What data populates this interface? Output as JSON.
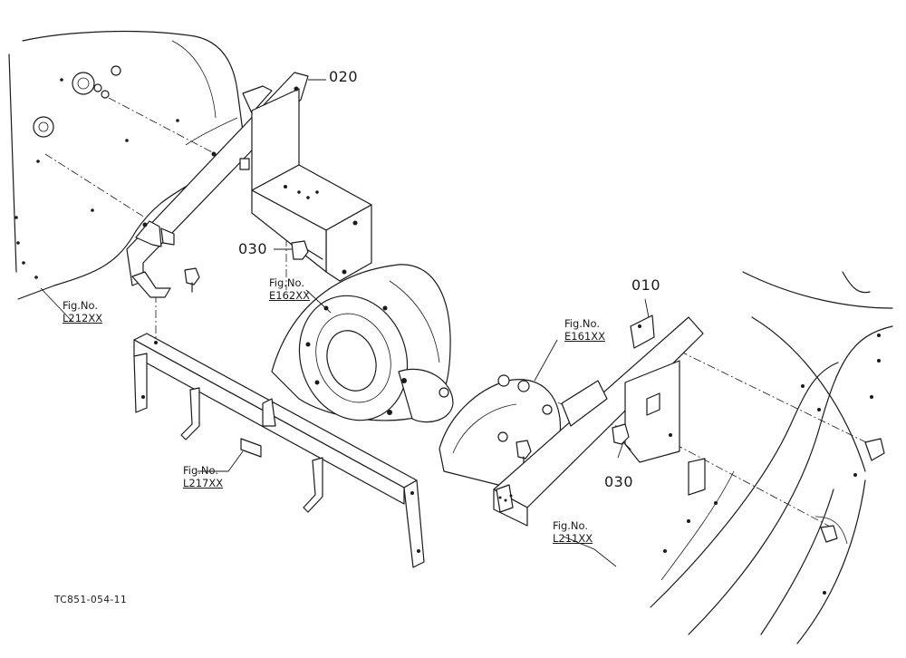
{
  "diagram": {
    "part_labels": {
      "p020": "020",
      "p030a": "030",
      "p010": "010",
      "p030b": "030"
    },
    "fig_refs": {
      "l212": {
        "caption": "Fig.No.",
        "number": "L212XX"
      },
      "e162": {
        "caption": "Fig.No.",
        "number": "E162XX"
      },
      "e161": {
        "caption": "Fig.No.",
        "number": "E161XX"
      },
      "l217": {
        "caption": "Fig.No.",
        "number": "L217XX"
      },
      "l211": {
        "caption": "Fig.No.",
        "number": "L211XX"
      }
    },
    "drawing_code": "TC851-054-11"
  }
}
